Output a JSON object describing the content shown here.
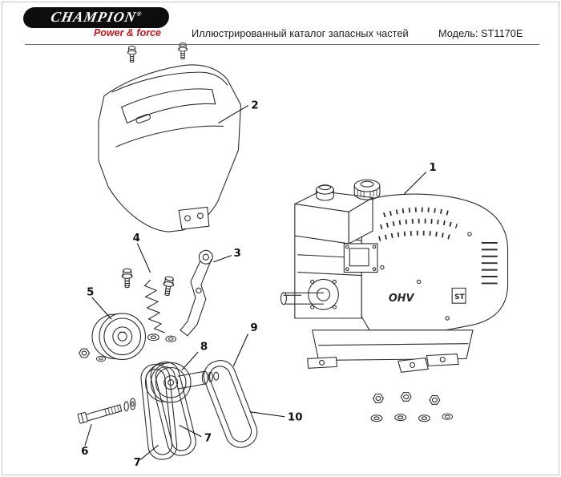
{
  "header": {
    "logo": {
      "brand": "CHAMPION",
      "reg": "®",
      "tagline": "Power & force"
    },
    "title": "Иллюстрированный каталог запасных частей",
    "model": "Модель: ST1170E"
  },
  "engine": {
    "ohv_label": "OHV",
    "badge": "ST"
  },
  "callouts": {
    "c1": "1",
    "c2": "2",
    "c3": "3",
    "c4": "4",
    "c5": "5",
    "c6": "6",
    "c7a": "7",
    "c7b": "7",
    "c8": "8",
    "c9": "9",
    "c10": "10"
  },
  "colors": {
    "brand_banner": "#0d0d0d",
    "brand_red": "#c2181d",
    "line": "#2c2c2c"
  }
}
